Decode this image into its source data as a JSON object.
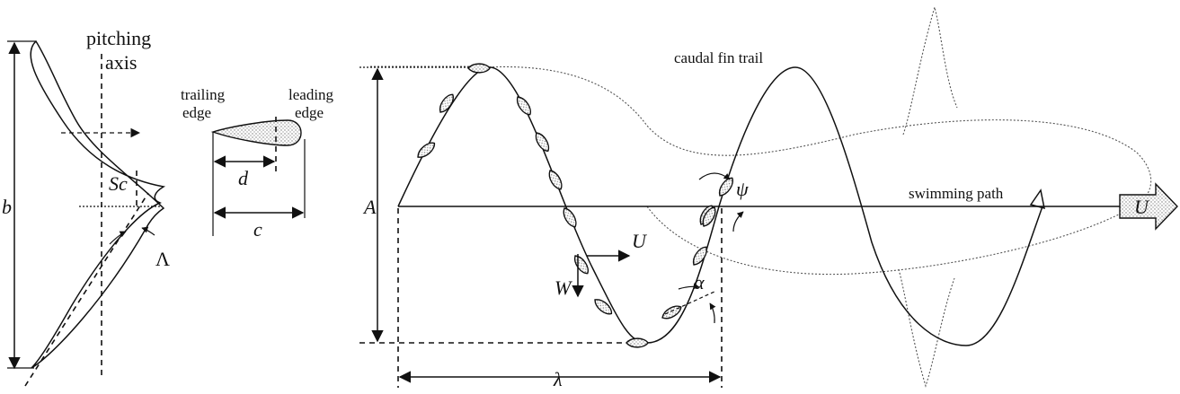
{
  "labels": {
    "pitching_axis_line1": "pitching",
    "pitching_axis_line2": "axis",
    "span": "b",
    "sweep_chord": "Sc",
    "sweep_angle": "Λ",
    "trailing_edge_line1": "trailing",
    "trailing_edge_line2": "edge",
    "leading_edge_line1": "leading",
    "leading_edge_line2": "edge",
    "pivot_distance": "d",
    "chord": "c",
    "amplitude": "A",
    "forward_velocity": "U",
    "lateral_velocity": "W",
    "wavelength": "λ",
    "angle_of_attack": "α",
    "pitch_angle": "ψ",
    "caudal_fin_trail": "caudal fin trail",
    "swimming_path": "swimming path",
    "swim_speed": "U"
  }
}
